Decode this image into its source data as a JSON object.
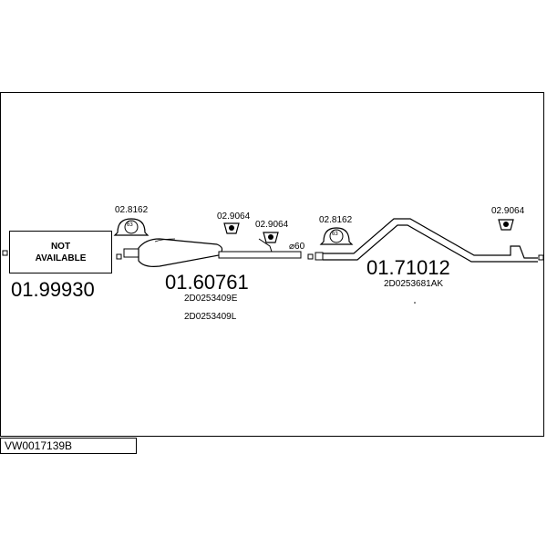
{
  "model_code": "VW0017139B",
  "parts": {
    "front_pipe": {
      "number": "01.99930",
      "status_line1": "NOT",
      "status_line2": "AVAILABLE"
    },
    "middle_silencer": {
      "number": "01.60761",
      "oem_1": "2D0253409E",
      "oem_2": "2D0253409L"
    },
    "rear_pipe": {
      "number": "01.71012",
      "oem_1": "2D0253681AK"
    }
  },
  "fittings": {
    "clamp_left": "02.8162",
    "clamp_left_size": "63",
    "hanger_a": "02.9064",
    "hanger_b": "02.9064",
    "clamp_right": "02.8162",
    "clamp_right_size": "63",
    "hanger_c": "02.9064",
    "pipe_diameter": "⌀60"
  }
}
